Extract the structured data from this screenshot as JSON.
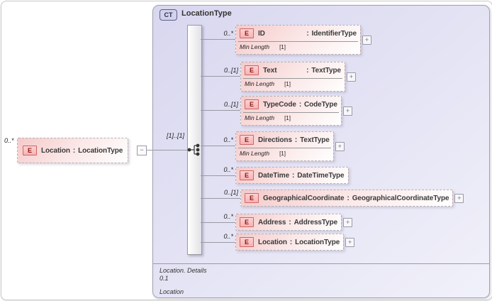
{
  "root_element": {
    "cardinality": "0..*",
    "name": "Location",
    "type": "LocationType"
  },
  "root_connector": {
    "cardinality": "[1]..[1]"
  },
  "complex_type": {
    "title": "LocationType",
    "footer_line1": "Location. Details",
    "footer_line2": "0.1",
    "footer_line3": "Location"
  },
  "glyphs": {
    "element_badge": "E",
    "complex_type_badge": "CT",
    "type_separator": ":",
    "expand": "+",
    "collapse": "−"
  },
  "colors": {
    "element_fill": "#f5caca",
    "element_badge_fill": "#f8b2b2",
    "element_badge_border": "#cc6666",
    "container_fill": "#dcdbf1",
    "container_border": "#a2a2b2",
    "connector_line": "#999aa4"
  },
  "children": [
    {
      "cardinality": "0..*",
      "name": "ID",
      "type": "IdentifierType",
      "facet_name": "Min Length",
      "facet_value": "[1]"
    },
    {
      "cardinality": "0..[1]",
      "name": "Text",
      "type": "TextType",
      "facet_name": "Min Length",
      "facet_value": "[1]"
    },
    {
      "cardinality": "0..[1]",
      "name": "TypeCode",
      "type": "CodeType",
      "facet_name": "Min Length",
      "facet_value": "[1]"
    },
    {
      "cardinality": "0..*",
      "name": "Directions",
      "type": "TextType",
      "facet_name": "Min Length",
      "facet_value": "[1]"
    },
    {
      "cardinality": "0..*",
      "name": "DateTime",
      "type": "DateTimeType"
    },
    {
      "cardinality": "0..[1]",
      "name": "GeographicalCoordinate",
      "type": "GeographicalCoordinateType"
    },
    {
      "cardinality": "0..*",
      "name": "Address",
      "type": "AddressType"
    },
    {
      "cardinality": "0..*",
      "name": "Location",
      "type": "LocationType"
    }
  ]
}
